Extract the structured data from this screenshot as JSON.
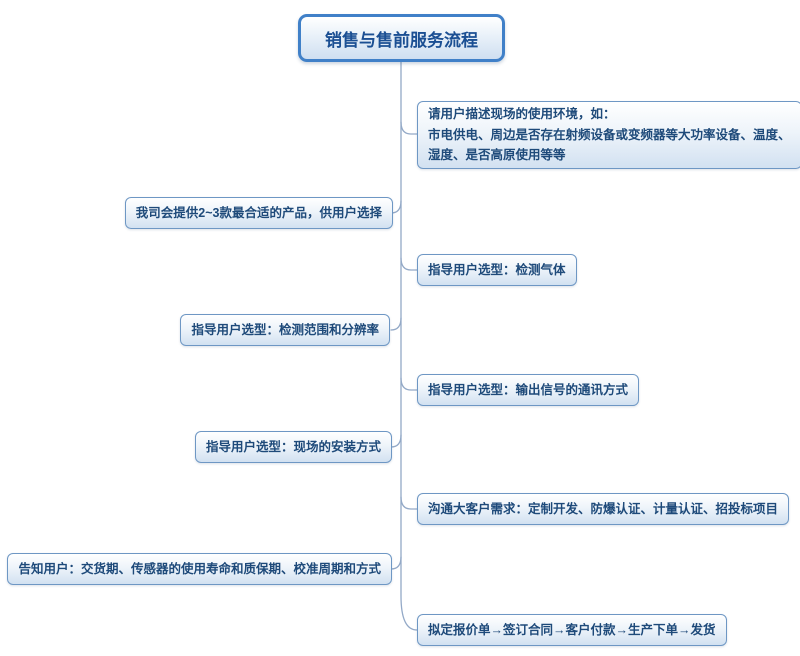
{
  "diagram": {
    "title": "销售与售前服务流程",
    "nodes": {
      "env": {
        "lines": [
          "请用户描述现场的使用环境，如：",
          "市电供电、周边是否存在射频设备或变频器等大功率设备、温度、",
          "湿度、是否高原使用等等"
        ]
      },
      "products": {
        "label": "我司会提供2~3款最合适的产品，供用户选择"
      },
      "gas": {
        "label": "指导用户选型：检测气体"
      },
      "range": {
        "label": "指导用户选型：检测范围和分辨率"
      },
      "signal": {
        "label": "指导用户选型：输出信号的通讯方式"
      },
      "install": {
        "label": "指导用户选型：现场的安装方式"
      },
      "major": {
        "label": "沟通大客户需求：定制开发、防爆认证、计量认证、招投标项目"
      },
      "inform": {
        "label": "告知用户：交货期、传感器的使用寿命和质保期、校准周期和方式"
      },
      "order": {
        "label": "拟定报价单→签订合同→客户付款→生产下单→发货"
      }
    },
    "colors": {
      "background": "#ffffff",
      "node_border": "#6e97c4",
      "node_fill_top": "#ffffff",
      "node_fill_bottom": "#d2e1f1",
      "node_text": "#1e4a7a",
      "title_border": "#4080c8",
      "title_text": "#1b4f93",
      "connector": "#93a9c7"
    }
  }
}
